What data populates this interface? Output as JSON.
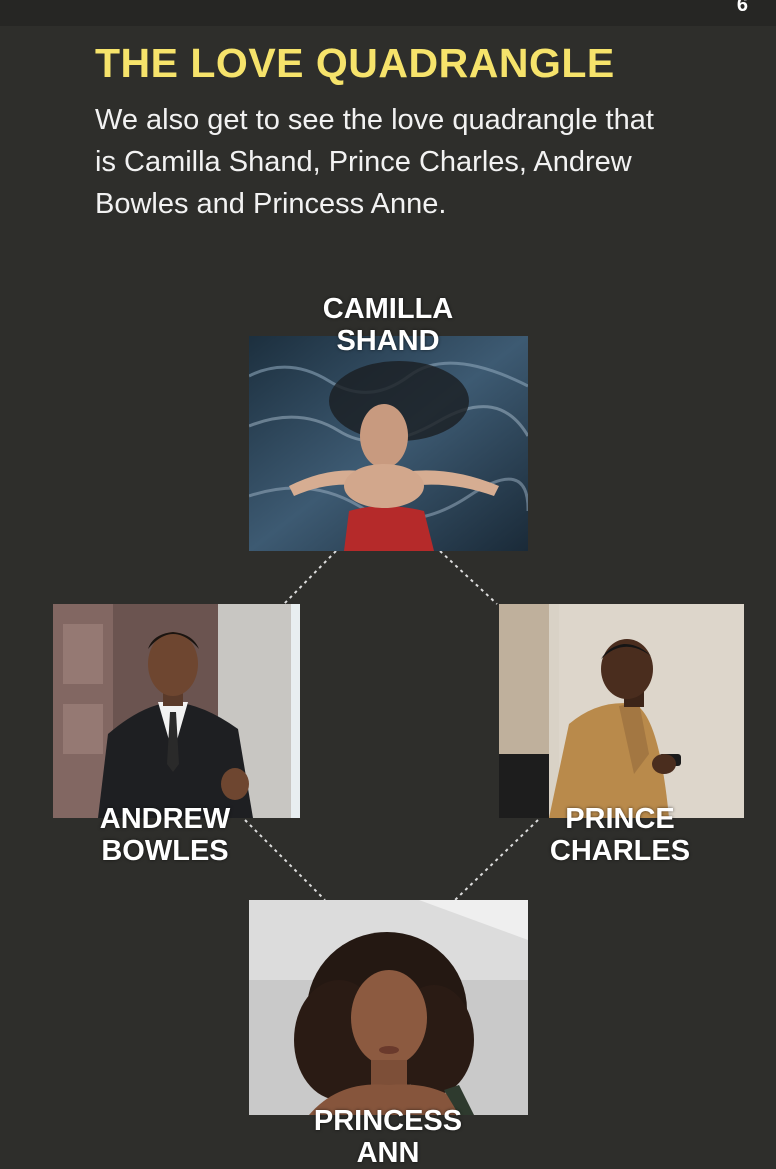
{
  "header": {
    "title": "THE LOVE QUADRANGLE",
    "intro": "We also get to see the love quadrangle that is Camilla Shand, Prince Charles, Andrew Bowles and Princess Anne."
  },
  "people": [
    {
      "id": "camilla",
      "name_line1": "CAMILLA",
      "name_line2": "SHAND",
      "photo": "woman-floating-in-water"
    },
    {
      "id": "andrew",
      "name_line1": "ANDREW",
      "name_line2": "BOWLES",
      "photo": "man-in-black-suit"
    },
    {
      "id": "charles",
      "name_line1": "PRINCE",
      "name_line2": "CHARLES",
      "photo": "man-in-camel-coat-with-phone"
    },
    {
      "id": "anne",
      "name_line1": "PRINCESS",
      "name_line2": "ANN",
      "photo": "woman-with-curly-hair"
    }
  ],
  "colors": {
    "background": "#2e2e2b",
    "title": "#f6e36b",
    "text": "#f2f2f2",
    "connector": "#dddddd"
  }
}
